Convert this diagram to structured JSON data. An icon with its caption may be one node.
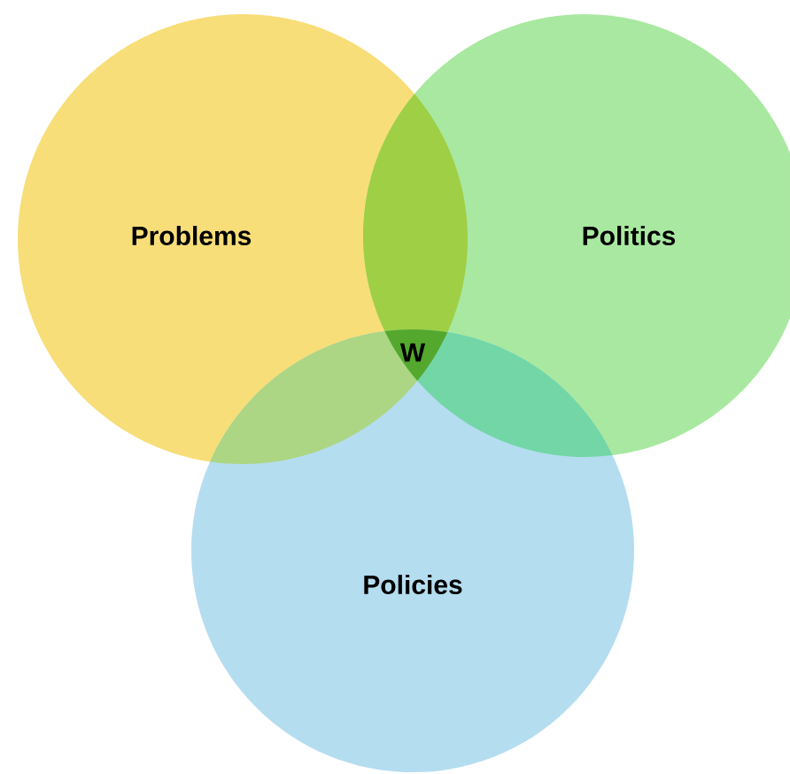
{
  "diagram": {
    "nodes": [
      {
        "text": [
          "Problems"
        ]
      },
      {
        "text": [
          "Politics"
        ]
      },
      {
        "text": [
          "Policies"
        ]
      }
    ],
    "labels": [
      "W"
    ]
  }
}
